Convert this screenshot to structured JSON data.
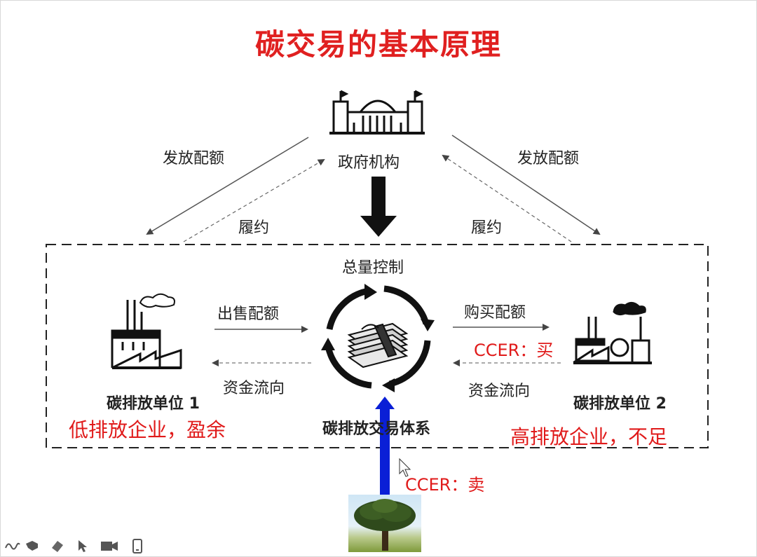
{
  "title": "碳交易的基本原理",
  "labels": {
    "government": "政府机构",
    "issue_left": "发放配额",
    "issue_right": "发放配额",
    "perform_left": "履约",
    "perform_right": "履约",
    "cap_control": "总量控制",
    "sell_quota": "出售配额",
    "buy_quota": "购买配额",
    "funds_left": "资金流向",
    "funds_right": "资金流向",
    "unit1": "碳排放单位 1",
    "unit2": "碳排放单位 2",
    "trading_system": "碳排放交易体系",
    "low_emission": "低排放企业，盈余",
    "high_emission": "高排放企业，不足",
    "ccer_buy": "CCER：买",
    "ccer_sell": "CCER：卖"
  },
  "colors": {
    "title": "#e02020",
    "annotation": "#e01a1a",
    "ccer_arrow": "#0a1fd6"
  },
  "toolbar": {
    "icons": [
      "wave-icon",
      "pointer-icon",
      "eraser-icon",
      "cursor-icon",
      "camera-icon",
      "phone-icon"
    ]
  }
}
